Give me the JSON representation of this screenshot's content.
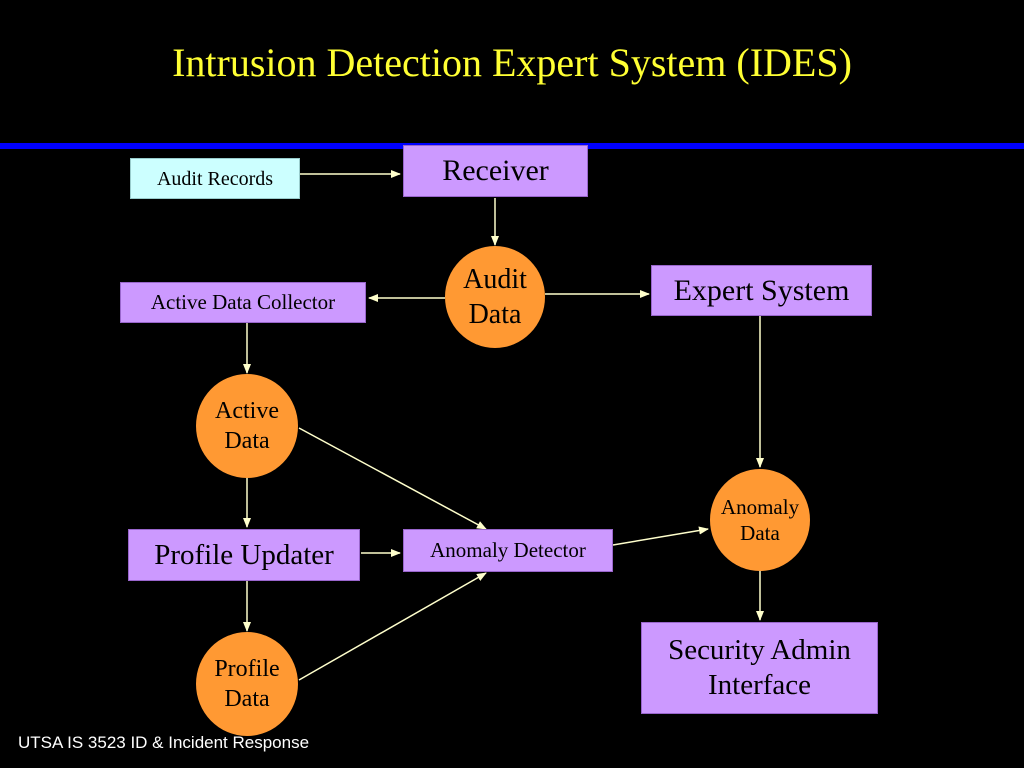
{
  "title": "Intrusion Detection Expert System (IDES)",
  "footer": "UTSA IS 3523 ID & Incident Response",
  "colors": {
    "background": "#000000",
    "title": "#ffff33",
    "rule": "#0000ff",
    "box": "#cc99ff",
    "source_box": "#ccffff",
    "data_store": "#ff9933",
    "arrow": "#ffffcc"
  },
  "nodes": {
    "audit_records": "Audit Records",
    "receiver": "Receiver",
    "audit_data": {
      "line1": "Audit",
      "line2": "Data"
    },
    "active_data_collector": "Active Data Collector",
    "expert_system": "Expert System",
    "active_data": {
      "line1": "Active",
      "line2": "Data"
    },
    "profile_updater": "Profile Updater",
    "anomaly_detector": "Anomaly Detector",
    "anomaly_data": {
      "line1": "Anomaly",
      "line2": "Data"
    },
    "profile_data": {
      "line1": "Profile",
      "line2": "Data"
    },
    "security_admin_interface": {
      "line1": "Security Admin",
      "line2": "Interface"
    }
  },
  "edges": [
    {
      "from": "audit_records",
      "to": "receiver"
    },
    {
      "from": "receiver",
      "to": "audit_data"
    },
    {
      "from": "audit_data",
      "to": "active_data_collector"
    },
    {
      "from": "audit_data",
      "to": "expert_system"
    },
    {
      "from": "active_data_collector",
      "to": "active_data"
    },
    {
      "from": "active_data",
      "to": "profile_updater"
    },
    {
      "from": "active_data",
      "to": "anomaly_detector"
    },
    {
      "from": "profile_updater",
      "to": "anomaly_detector"
    },
    {
      "from": "profile_updater",
      "to": "profile_data"
    },
    {
      "from": "profile_data",
      "to": "anomaly_detector"
    },
    {
      "from": "anomaly_detector",
      "to": "anomaly_data"
    },
    {
      "from": "expert_system",
      "to": "anomaly_data"
    },
    {
      "from": "anomaly_data",
      "to": "security_admin_interface"
    }
  ]
}
